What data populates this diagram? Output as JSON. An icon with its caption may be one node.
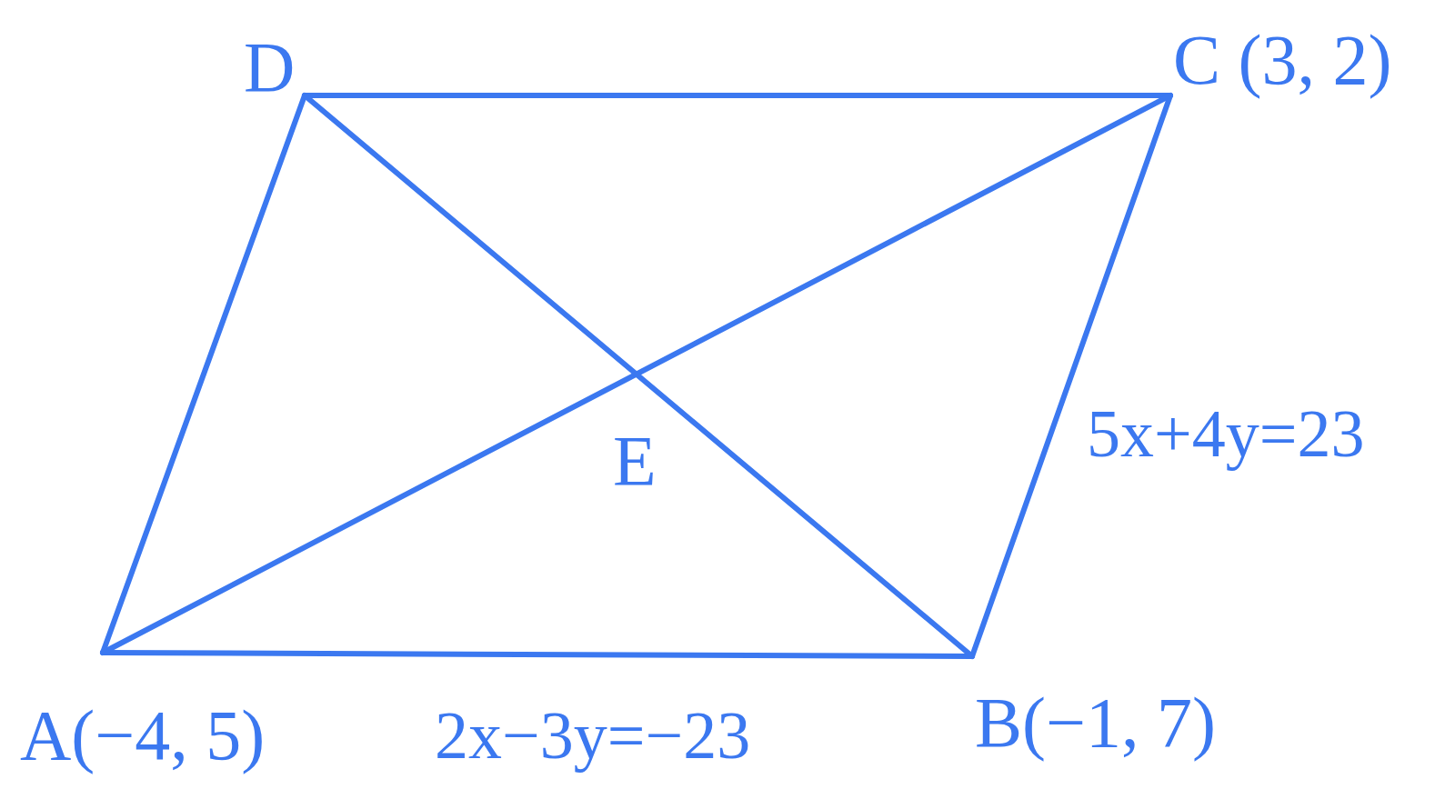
{
  "diagram": {
    "nodes": [
      {
        "text": [
          "D"
        ]
      },
      {
        "text": [
          "C (3, 2)"
        ]
      },
      {
        "text": [
          "E"
        ]
      },
      {
        "text": [
          "A(−4, 5)"
        ]
      },
      {
        "text": [
          "B(−1, 7)"
        ]
      }
    ],
    "edges": [
      {
        "from": 0,
        "to": 1,
        "arrow": "none"
      },
      {
        "from": 0,
        "to": 3,
        "arrow": "none"
      },
      {
        "from": 1,
        "to": 4,
        "arrow": "none",
        "label": "5x+4y=23"
      },
      {
        "from": 3,
        "to": 4,
        "arrow": "none",
        "label": "2x−3y=−23"
      },
      {
        "from": 3,
        "to": 1,
        "arrow": "none"
      },
      {
        "from": 0,
        "to": 4,
        "arrow": "none"
      }
    ]
  }
}
